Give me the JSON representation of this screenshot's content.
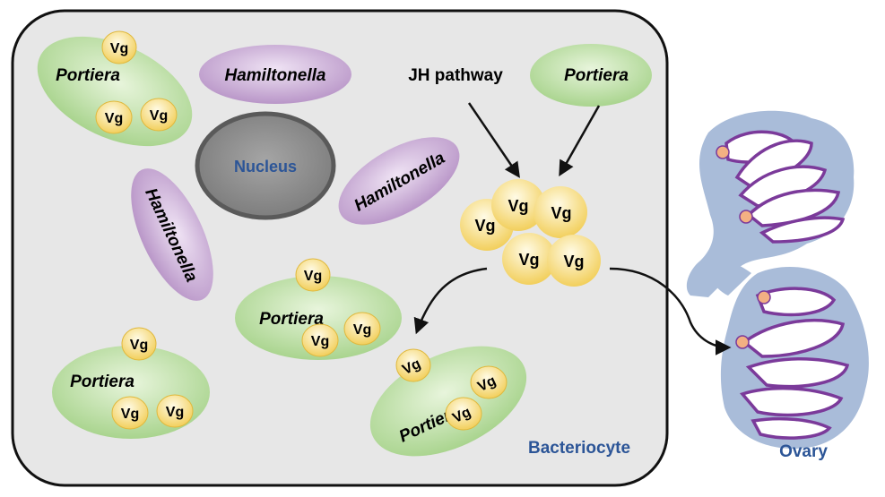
{
  "labels": {
    "nucleus": "Nucleus",
    "jh_pathway": "JH pathway",
    "bacteriocyte": "Bacteriocyte",
    "ovary": "Ovary",
    "portiera": "Portiera",
    "hamiltonella": "Hamiltonella",
    "vg": "Vg"
  },
  "colors": {
    "cell_fill": "#e6e6e6",
    "portiera_fill": "#b8dca0",
    "hamiltonella_fill": "#c7a9d3",
    "vg_fill": "#f6dc79",
    "nucleus_fill": "#8a8a8a",
    "ovary_fill": "#a7bbd9",
    "ovariole_stroke": "#7b3a9a",
    "label_blue": "#2c5597"
  }
}
